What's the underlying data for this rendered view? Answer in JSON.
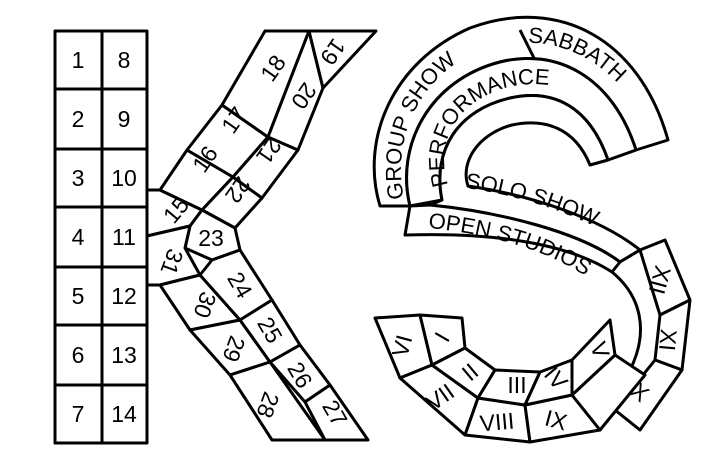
{
  "k_grid": {
    "left_column": [
      "1",
      "2",
      "3",
      "4",
      "5",
      "6",
      "7"
    ],
    "right_column": [
      "8",
      "9",
      "10",
      "11",
      "12",
      "13",
      "14"
    ]
  },
  "k_arms": {
    "upper_inner": [
      "15",
      "16",
      "17",
      "18"
    ],
    "upper_outer": [
      "22",
      "21",
      "20",
      "19"
    ],
    "junction": "23",
    "lower_inner": [
      "31",
      "30",
      "29",
      "28"
    ],
    "lower_outer": [
      "24",
      "25",
      "26",
      "27"
    ]
  },
  "s_shape": {
    "outer_band": [
      "GROUP SHOW",
      "SABBATH"
    ],
    "middle_band": "PERFORMANCE",
    "inner_band": [
      "SOLO SHOW",
      "OPEN STUDIOS"
    ],
    "right_roman": [
      "XII",
      "XI",
      "X"
    ],
    "bottom_outer_roman": [
      "VI",
      "VII",
      "VIII",
      "IX"
    ],
    "bottom_inner_roman": [
      "I",
      "II",
      "III",
      "IV",
      "V"
    ]
  }
}
